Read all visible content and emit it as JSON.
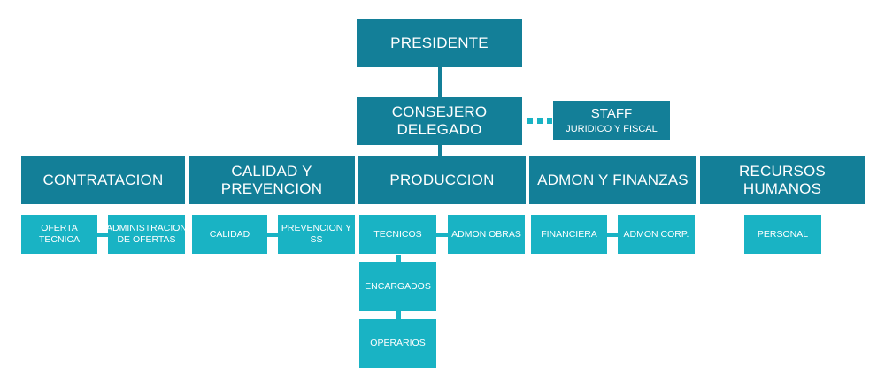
{
  "president": "PRESIDENTE",
  "ceo": "CONSEJERO DELEGADO",
  "staff": {
    "title": "STAFF",
    "subtitle": "JURIDICO Y FISCAL"
  },
  "departments": {
    "contratacion": {
      "label": "CONTRATACION",
      "children": [
        "OFERTA TECNICA",
        "ADMINISTRACION DE OFERTAS"
      ]
    },
    "calidad": {
      "label": "CALIDAD Y PREVENCION",
      "children": [
        "CALIDAD",
        "PREVENCION Y SS"
      ]
    },
    "produccion": {
      "label": "PRODUCCION",
      "children": [
        "TECNICOS",
        "ADMON OBRAS",
        "ENCARGADOS",
        "OPERARIOS"
      ]
    },
    "admon": {
      "label": "ADMON Y FINANZAS",
      "children": [
        "FINANCIERA",
        "ADMON CORP."
      ]
    },
    "rrhh": {
      "label": "RECURSOS HUMANOS",
      "children": [
        "PERSONAL"
      ]
    }
  },
  "colors": {
    "dark": "#137f98",
    "light": "#19b3c4",
    "background": "#ffffff"
  }
}
